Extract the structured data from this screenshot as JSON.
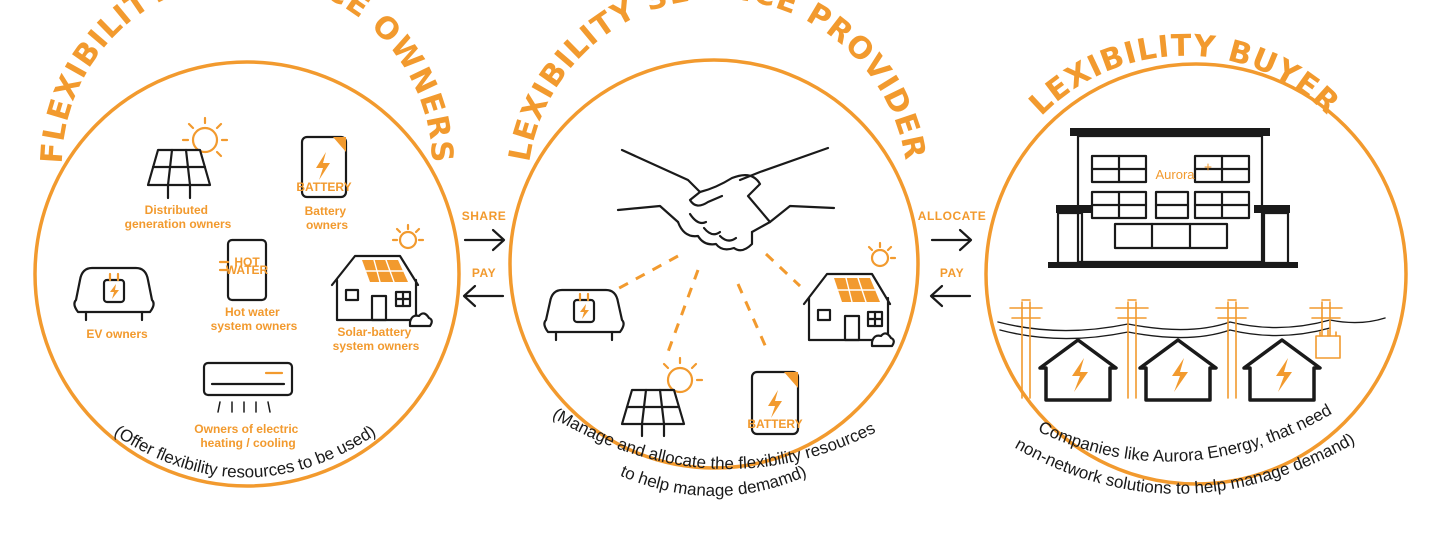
{
  "owners": {
    "title": "FLEXIBILITY RESOURCE OWNERS",
    "caption": "(Offer flexibility resources to be used)",
    "items": {
      "distributed_generation": [
        "Distributed",
        "generation owners"
      ],
      "battery": [
        "Battery",
        "owners"
      ],
      "ev": [
        "EV owners"
      ],
      "hot_water": [
        "Hot water",
        "system owners"
      ],
      "solar_battery": [
        "Solar-battery",
        "system owners"
      ],
      "electric_heating": [
        "Owners of electric",
        "heating / cooling"
      ]
    },
    "battery_text": "BATTERY",
    "hot_water_text": [
      "HOT",
      "WATER"
    ]
  },
  "providers": {
    "title": "FLEXIBILITY SERVICE PROVIDERS",
    "caption": [
      "(Manage and allocate the flexibility resources",
      "to help manage demamd)"
    ],
    "battery_text": "BATTERY"
  },
  "buyers": {
    "title": "FLEXIBILITY BUYERS",
    "caption": [
      "(Companies like Aurora Energy, that need",
      "non-network solutions to help manage demand)"
    ],
    "building_sign": "Aurora"
  },
  "flows": {
    "share": "SHARE",
    "pay_left": "PAY",
    "allocate": "ALLOCATE",
    "pay_right": "PAY"
  },
  "colors": {
    "accent": "#f29a2e",
    "ink": "#1a1a1a"
  }
}
